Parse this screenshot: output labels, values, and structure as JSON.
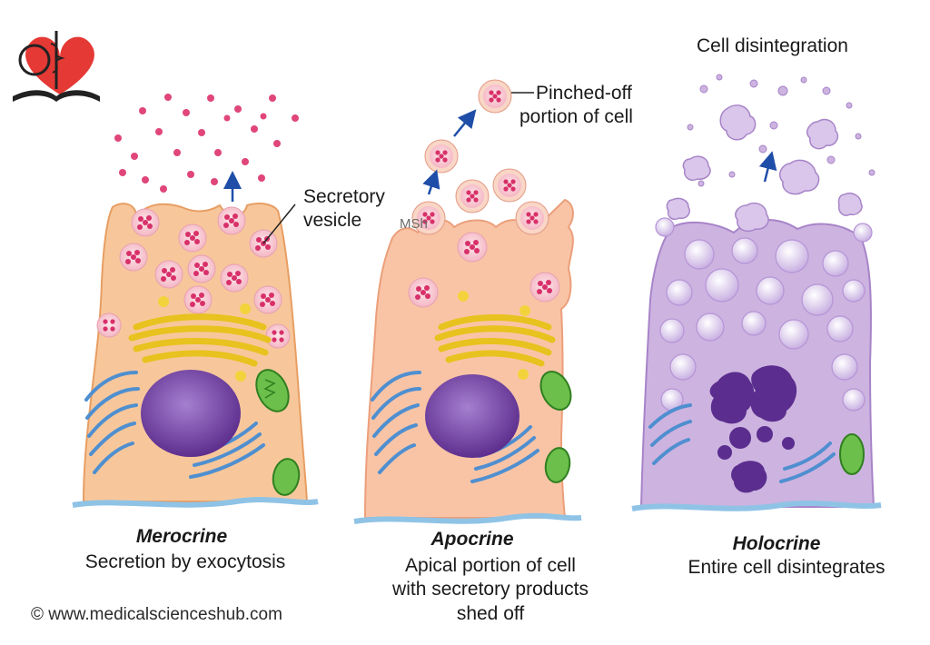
{
  "logo": {
    "icon": "heart-stethoscope-book-icon",
    "heart_color": "#e53935"
  },
  "panels": [
    {
      "id": "merocrine",
      "title": "Merocrine",
      "caption_lines": [
        "Secretion by exocytosis"
      ],
      "cell_color": "#f7c79b"
    },
    {
      "id": "apocrine",
      "title": "Apocrine",
      "caption_lines": [
        "Apical portion of cell",
        "with secretory products",
        "shed off"
      ],
      "cell_color": "#f9c4a6"
    },
    {
      "id": "holocrine",
      "title": "Holocrine",
      "caption_lines": [
        "Entire cell disintegrates"
      ],
      "cell_color": "#cdb3e0"
    }
  ],
  "labels": {
    "secretory_vesicle_line1": "Secretory",
    "secretory_vesicle_line2": "vesicle",
    "msh": "MSh",
    "pinched_off_line1": "Pinched-off",
    "pinched_off_line2": "portion of cell",
    "cell_disintegration": "Cell disintegration"
  },
  "copyright": "© www.medicalscienceshub.com",
  "colors": {
    "vesicle": "#e0467a",
    "nucleus": "#7b4aa8",
    "golgi": "#f2d33c",
    "er": "#4f8fd0",
    "mitochondria": "#6bbf4a",
    "arrow": "#1f4ea8",
    "basement": "#8fc3e6"
  }
}
